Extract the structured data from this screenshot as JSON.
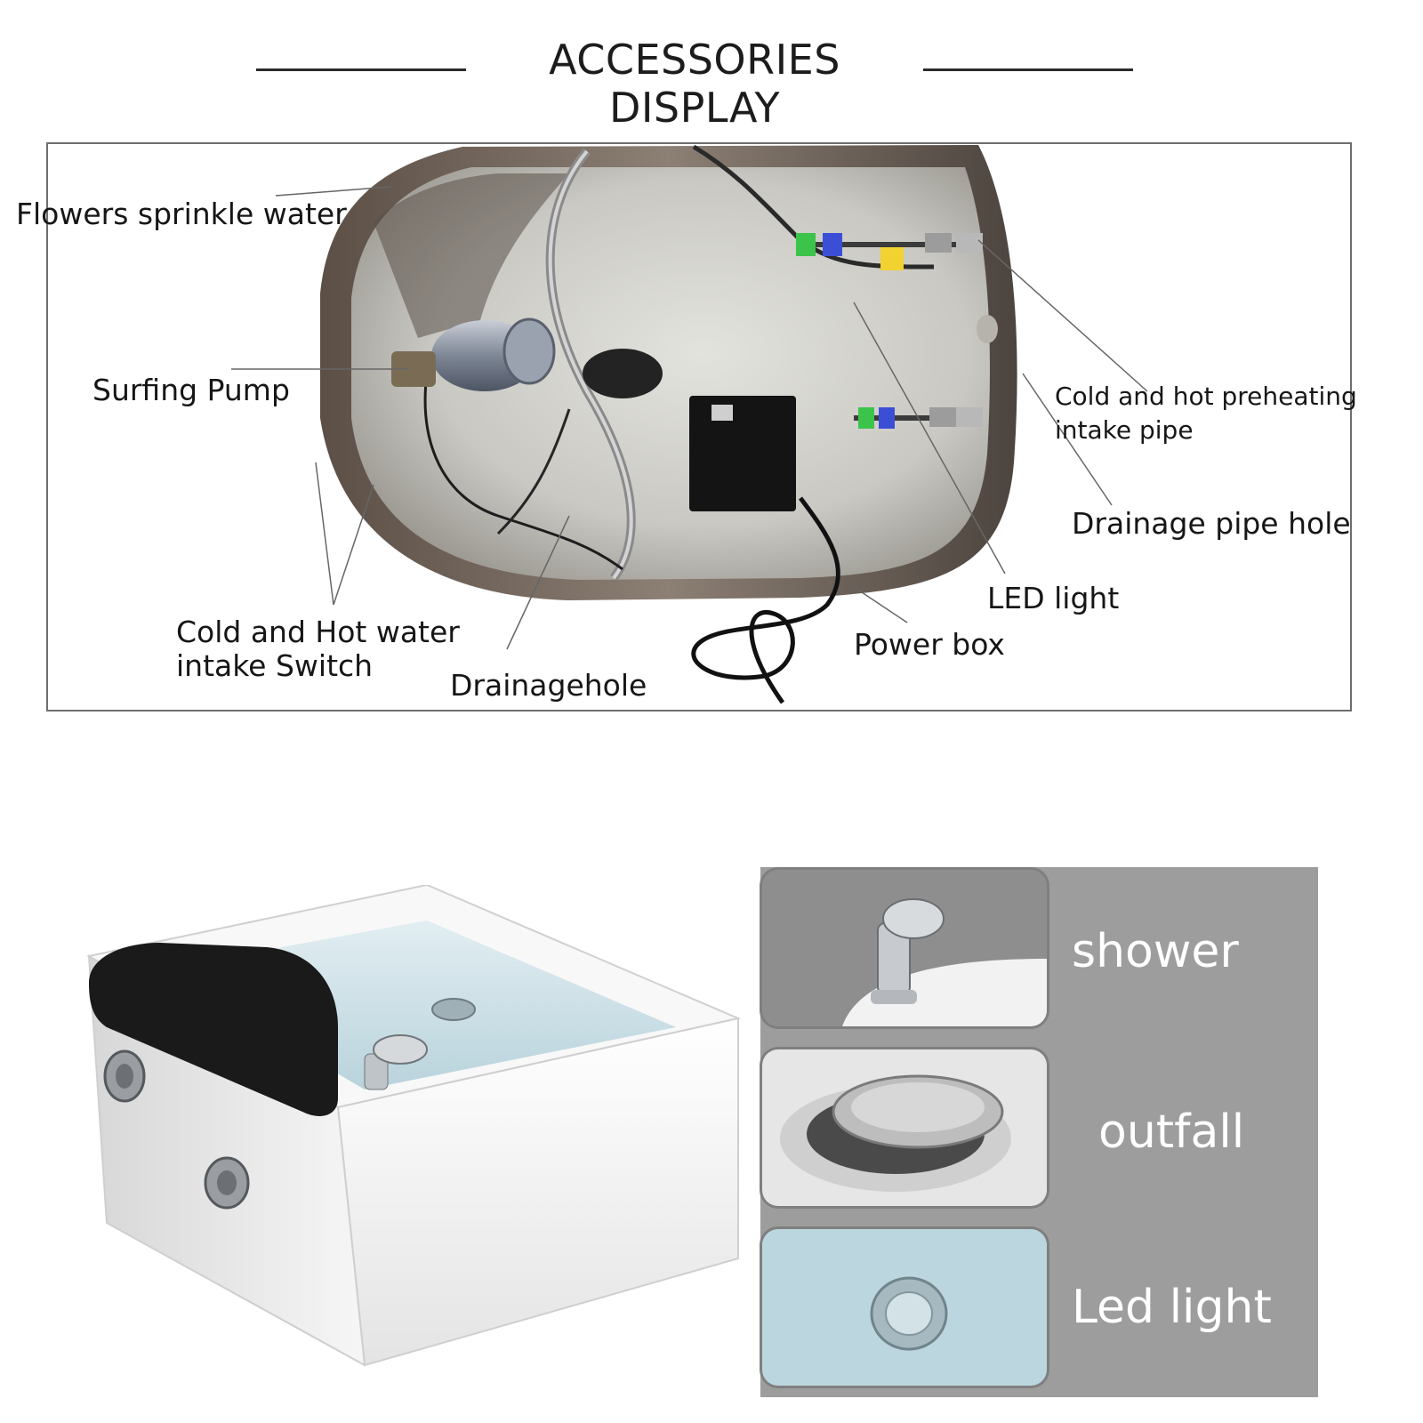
{
  "header": {
    "title": "ACCESSORIES DISPLAY"
  },
  "callouts": {
    "flowers_sprinkle_water": "Flowers sprinkle water",
    "surfing_pump": "Surfing Pump",
    "cold_hot_switch_line1": "Cold and Hot water",
    "cold_hot_switch_line2": "intake Switch",
    "drainagehole": "Drainagehole",
    "power_box": "Power box",
    "led_light": "LED light",
    "drainage_pipe_hole": "Drainage pipe hole",
    "preheating_line1": "Cold and hot preheating",
    "preheating_line2": "intake pipe"
  },
  "features": [
    {
      "label": "shower"
    },
    {
      "label": "outfall"
    },
    {
      "label": "Led light"
    }
  ],
  "colors": {
    "panel_bg": "#9d9d9d",
    "label_text": "#ffffff",
    "tub_body": "#f4f4f4",
    "water": "#cfe3ea",
    "headrest": "#1a1a1a",
    "led_green": "#3cc44a",
    "led_blue": "#3a4fd6",
    "led_yellow": "#f2d230"
  }
}
